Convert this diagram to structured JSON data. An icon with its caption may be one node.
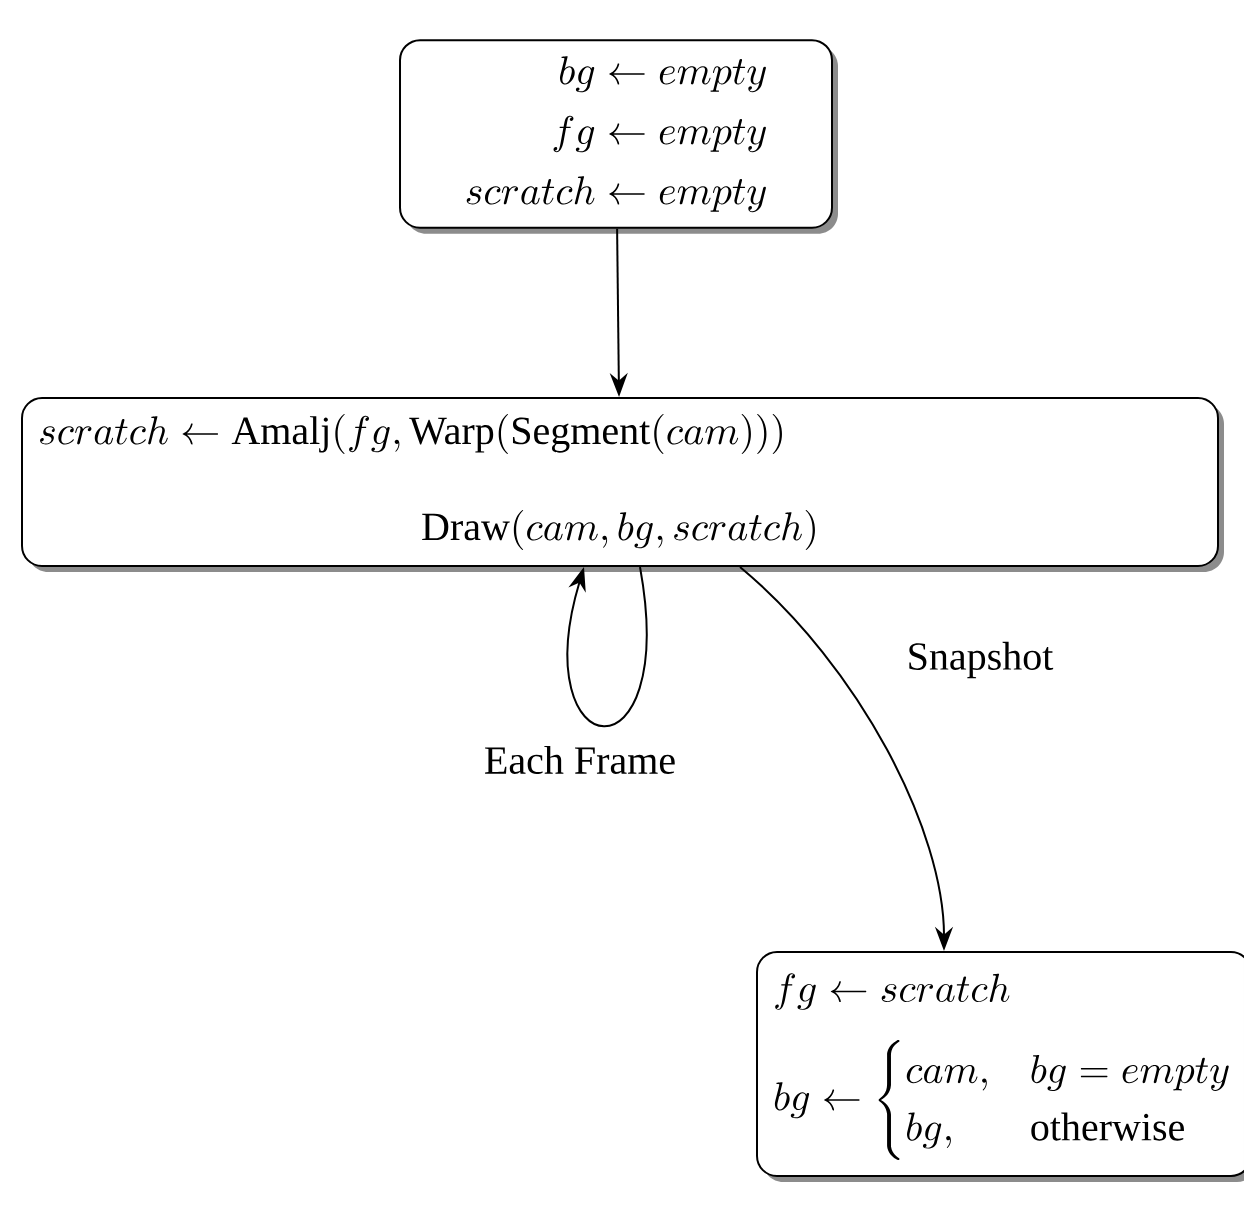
{
  "diagram": {
    "nodes": [
      {
        "text": [
          "bg \\leftarrow empty",
          "fg \\leftarrow empty",
          "scratch \\leftarrow empty"
        ]
      },
      {
        "text": [
          "scratch \\leftarrow \\textsc{Amalj}(fg, \\textsc{Warp}(\\textsc{Segment}(cam)))",
          "\\textsc{Draw}(cam, bg, scratch)"
        ]
      },
      {
        "text": [
          "fg \\leftarrow scratch",
          "bg \\leftarrow \\begin{cases} cam, & bg = empty \\\\ bg, & \\text{otherwise} \\end{cases}"
        ]
      }
    ],
    "edges": [
      {
        "from": 0,
        "to": 1,
        "arrow": "to"
      },
      {
        "from": 1,
        "to": 1,
        "arrow": "to",
        "label": "Each Frame"
      },
      {
        "from": 1,
        "to": 2,
        "arrow": "to",
        "label": "Snapshot"
      }
    ]
  }
}
